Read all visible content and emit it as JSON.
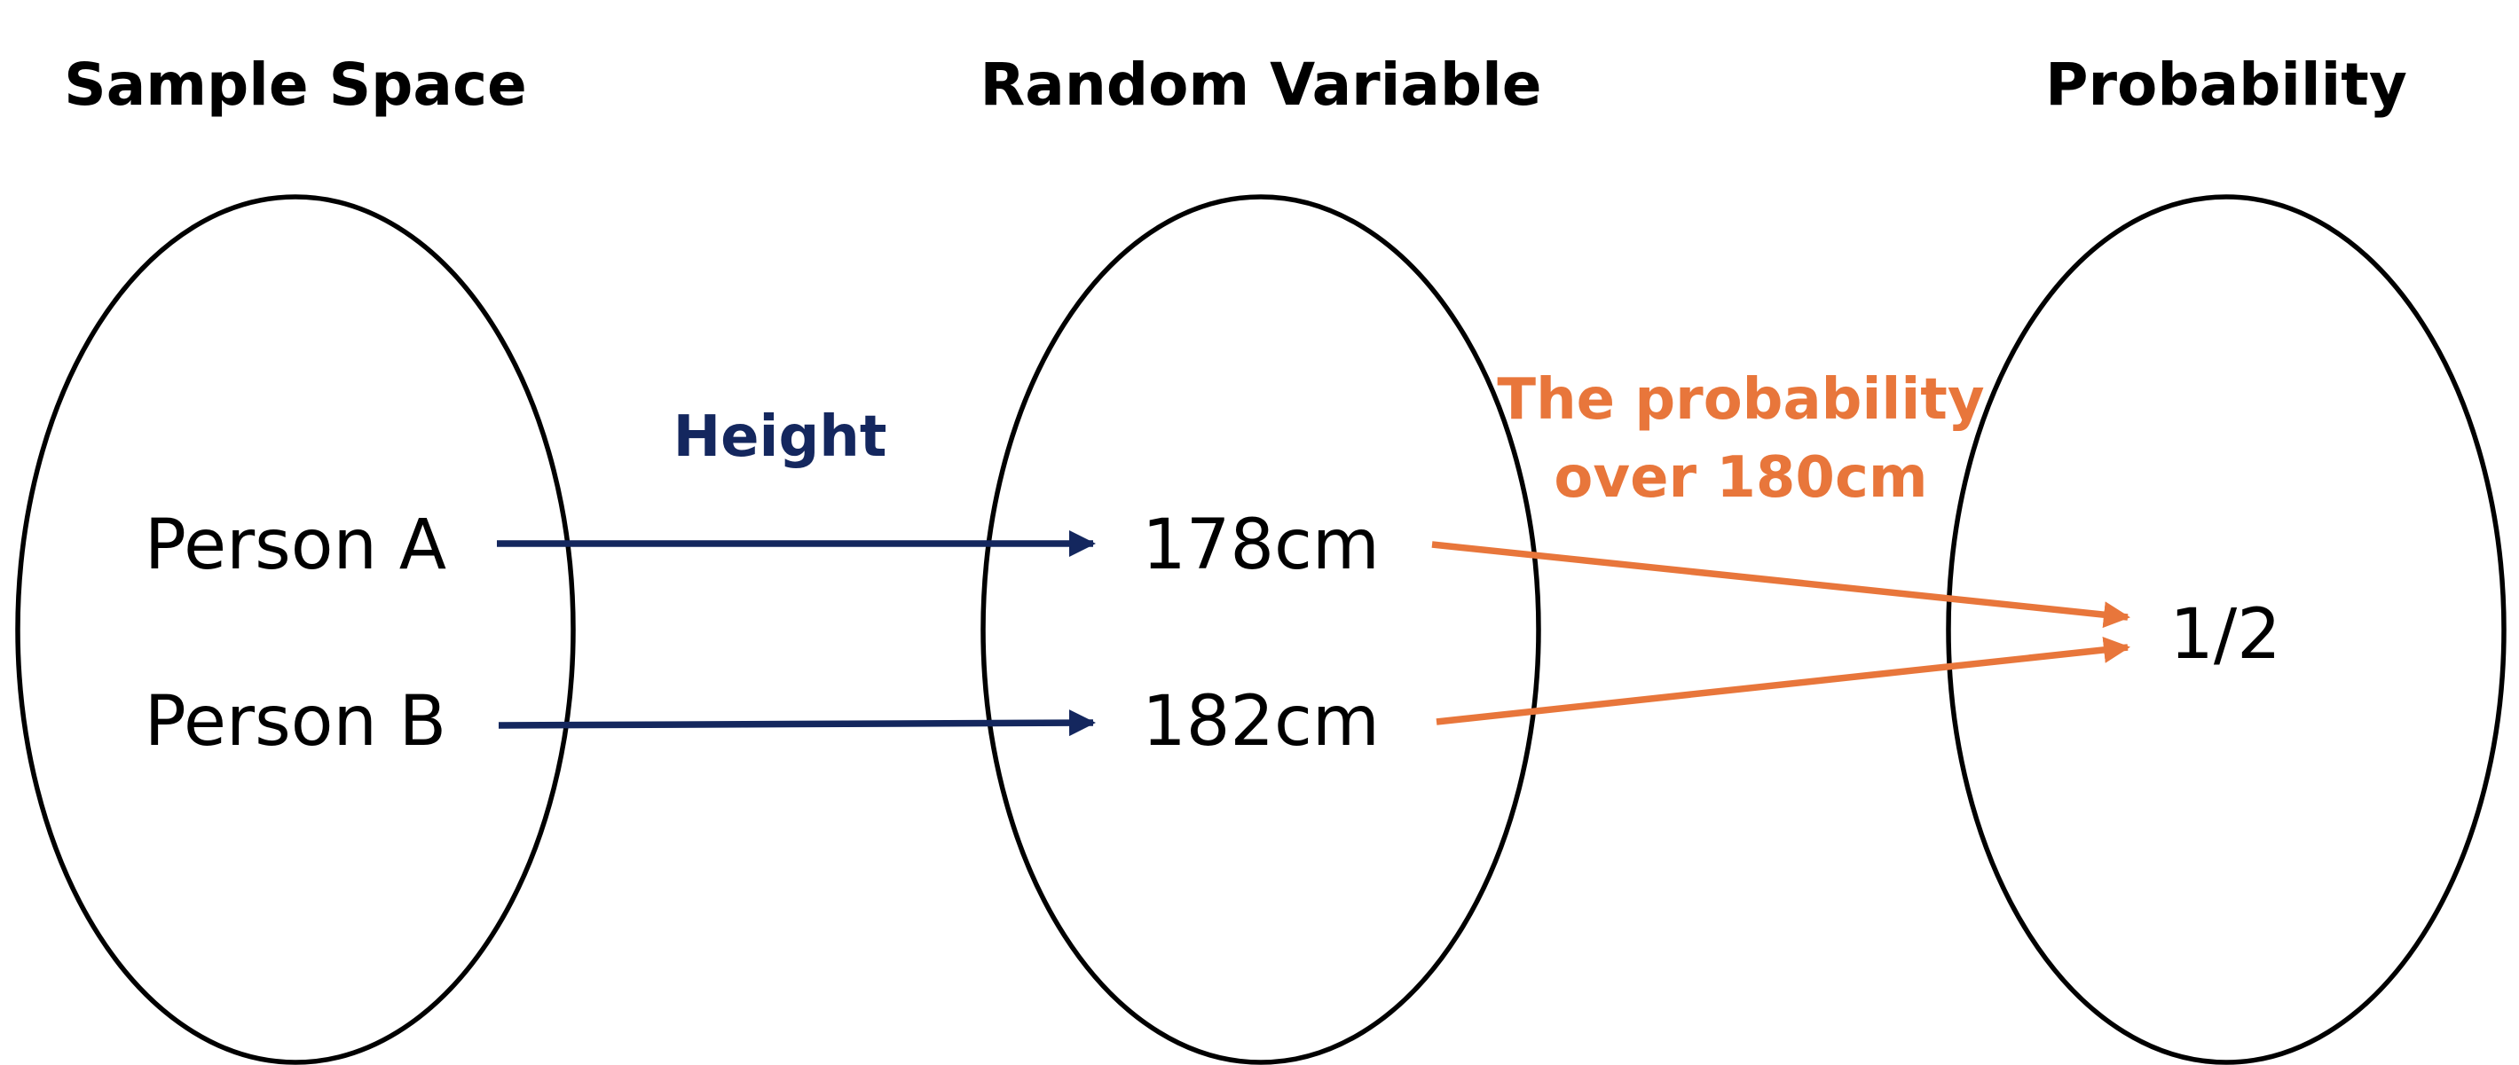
{
  "colors": {
    "background": "#ffffff",
    "outline": "#000000",
    "text": "#000000",
    "mapping_arrow": "#14275e",
    "probability_arrow": "#e8763b"
  },
  "headings": {
    "sample_space": "Sample Space",
    "random_variable": "Random Variable",
    "probability": "Probability"
  },
  "sample_space": {
    "items": [
      "Person A",
      "Person B"
    ]
  },
  "random_variable": {
    "items": [
      "178cm",
      "182cm"
    ]
  },
  "probability": {
    "value": "1/2"
  },
  "labels": {
    "height": "Height",
    "probability_line1": "The probability",
    "probability_line2": "over 180cm"
  }
}
